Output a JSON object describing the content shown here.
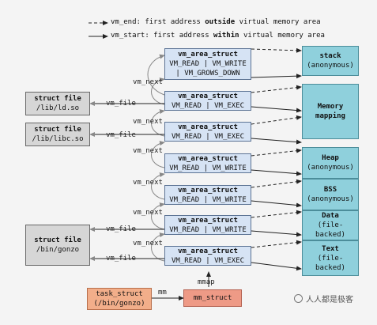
{
  "legend": {
    "dashed_prefix": "vm_end: first address ",
    "dashed_bold": "outside",
    "dashed_suffix": " virtual memory area",
    "solid_prefix": "vm_start: first address ",
    "solid_bold": "within",
    "solid_suffix": " virtual memory area"
  },
  "vmas": [
    {
      "title": "vm_area_struct",
      "line1": "VM_READ | VM_WRITE",
      "line2": "| VM_GROWS_DOWN"
    },
    {
      "title": "vm_area_struct",
      "line1": "VM_READ | VM_EXEC"
    },
    {
      "title": "vm_area_struct",
      "line1": "VM_READ | VM_EXEC"
    },
    {
      "title": "vm_area_struct",
      "line1": "VM_READ | VM_WRITE"
    },
    {
      "title": "vm_area_struct",
      "line1": "VM_READ | VM_WRITE"
    },
    {
      "title": "vm_area_struct",
      "line1": "VM_READ | VM_WRITE"
    },
    {
      "title": "vm_area_struct",
      "line1": "VM_READ | VM_EXEC"
    }
  ],
  "areas": {
    "stack": {
      "name": "stack",
      "sub": "(anonymous)"
    },
    "mapping": {
      "name": "Memory",
      "sub": "mapping"
    },
    "heap": {
      "name": "Heap",
      "sub": "(anonymous)"
    },
    "bss": {
      "name": "BSS",
      "sub": "(anonymous)"
    },
    "data": {
      "name": "Data",
      "sub1": "(file-",
      "sub2": "backed)"
    },
    "text": {
      "name": "Text",
      "sub1": "(file-",
      "sub2": "backed)"
    }
  },
  "files": {
    "ld": {
      "title": "struct file",
      "path": "/lib/ld.so"
    },
    "libc": {
      "title": "struct file",
      "path": "/lib/libc.so"
    },
    "gonzo": {
      "title": "struct file",
      "path": "/bin/gonzo"
    }
  },
  "labels": {
    "vm_next": "vm_next",
    "vm_file": "vm_file",
    "mm": "mm",
    "mmap": "mmap"
  },
  "task": {
    "title": "task_struct",
    "sub": "(/bin/gonzo)"
  },
  "mm_struct": "mm_struct",
  "watermark": "人人都是极客"
}
